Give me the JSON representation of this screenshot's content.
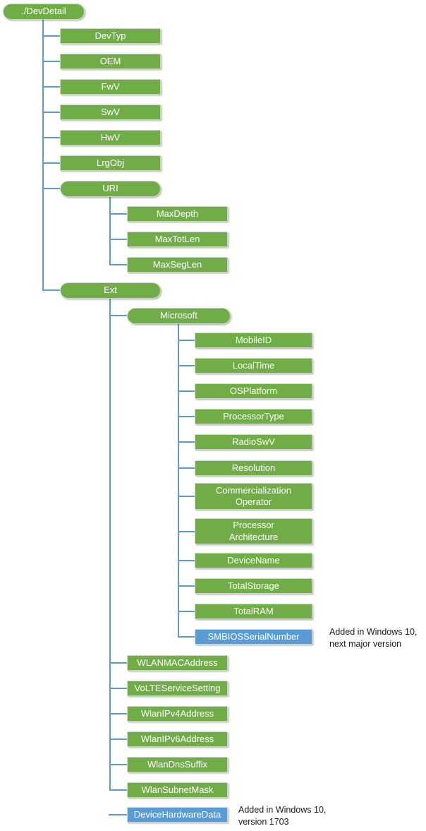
{
  "colors": {
    "node_green": "#70AD47",
    "node_blue": "#5B9BD5",
    "connector_blue": "#5B9BD5",
    "note_text": "#1a1a1a"
  },
  "tree": {
    "root": {
      "label": "./DevDetail"
    },
    "level1": {
      "devtyp": "DevTyp",
      "oem": "OEM",
      "fwv": "FwV",
      "swv": "SwV",
      "hwv": "HwV",
      "lrgobj": "LrgObj",
      "uri": "URI",
      "ext": "Ext"
    },
    "uri_children": {
      "maxdepth": "MaxDepth",
      "maxtotlen": "MaxTotLen",
      "maxseglen": "MaxSegLen"
    },
    "ext_children": {
      "microsoft": "Microsoft",
      "wlanmacaddress": "WLANMACAddress",
      "volteservicesetting": "VoLTEServiceSetting",
      "wlanipv4address": "WlanIPv4Address",
      "wlanipv6address": "WlanIPv6Address",
      "wlandnssuffix": "WlanDnsSuffix",
      "wlansubnetmask": "WlanSubnetMask"
    },
    "microsoft_children": {
      "mobileid": "MobileID",
      "localtime": "LocalTime",
      "osplatform": "OSPlatform",
      "processortype": "ProcessorType",
      "radioswv": "RadioSwV",
      "resolution": "Resolution",
      "commercializationoperator": "Commercialization\nOperator",
      "processorarchitecture": "Processor\nArchitecture",
      "devicename": "DeviceName",
      "totalstorage": "TotalStorage",
      "totalram": "TotalRAM",
      "smbiosserialnumber": "SMBIOSSerialNumber"
    },
    "root_children_extra": {
      "devicehardwaredata": "DeviceHardwareData"
    }
  },
  "annotations": {
    "smbios_note": "Added in Windows 10,\nnext major version",
    "devicehardware_note": "Added in Windows 10,\nversion 1703"
  }
}
